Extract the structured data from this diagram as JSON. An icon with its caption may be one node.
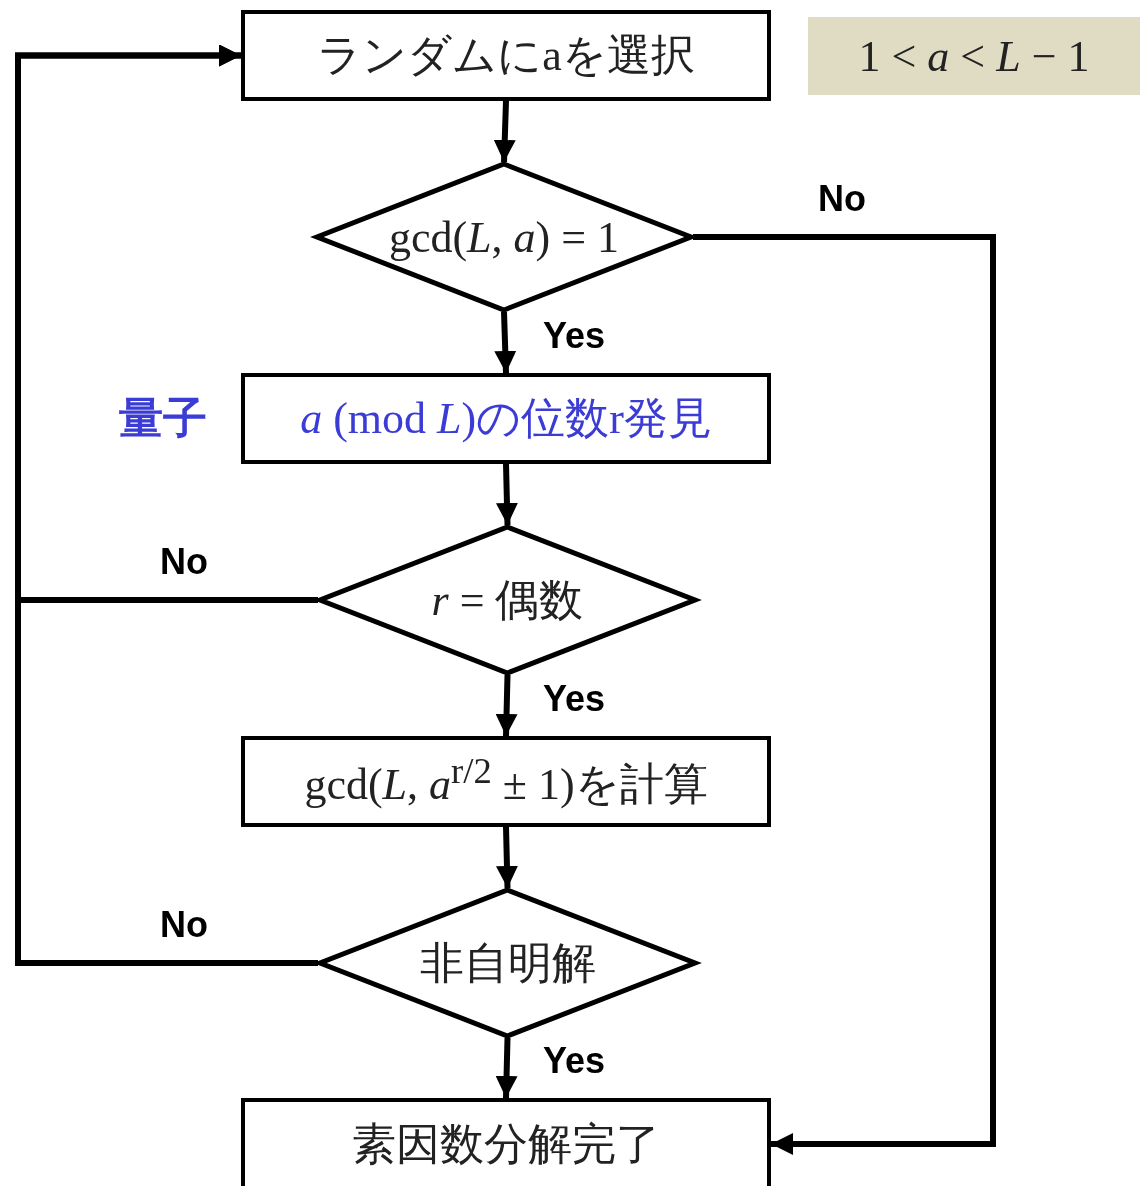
{
  "diagram": {
    "nodes": [
      {
        "text": [
          "ランダムにaを選択"
        ]
      },
      {
        "text": [
          "gcd(*L*, *a*) = 1"
        ]
      },
      {
        "text": [
          "*a* (mod *L*)の位数r発見"
        ],
        "beside": [
          "量子"
        ]
      },
      {
        "text": [
          "*r* = 偶数"
        ]
      },
      {
        "text": [
          "gcd(*L*, *a*$^{r/2}$ ± 1)を計算"
        ]
      },
      {
        "text": [
          "非自明解"
        ]
      },
      {
        "text": [
          "素因数分解完了"
        ]
      },
      {
        "text": [
          "1 < *a* < *L* − 1"
        ]
      }
    ],
    "edges": [
      {
        "from": 0,
        "to": 1,
        "arrow": "to"
      },
      {
        "from": 1,
        "to": 2,
        "arrow": "to",
        "label": "Yes"
      },
      {
        "from": 1,
        "to": 6,
        "arrow": "to",
        "label": "No"
      },
      {
        "from": 2,
        "to": 3,
        "arrow": "to"
      },
      {
        "from": 3,
        "to": 4,
        "arrow": "to",
        "label": "Yes"
      },
      {
        "from": 3,
        "to": 0,
        "arrow": "to",
        "label": "No"
      },
      {
        "from": 4,
        "to": 5,
        "arrow": "to"
      },
      {
        "from": 5,
        "to": 6,
        "arrow": "to",
        "label": "Yes"
      },
      {
        "from": 5,
        "to": 0,
        "arrow": "to",
        "label": "No"
      }
    ]
  }
}
